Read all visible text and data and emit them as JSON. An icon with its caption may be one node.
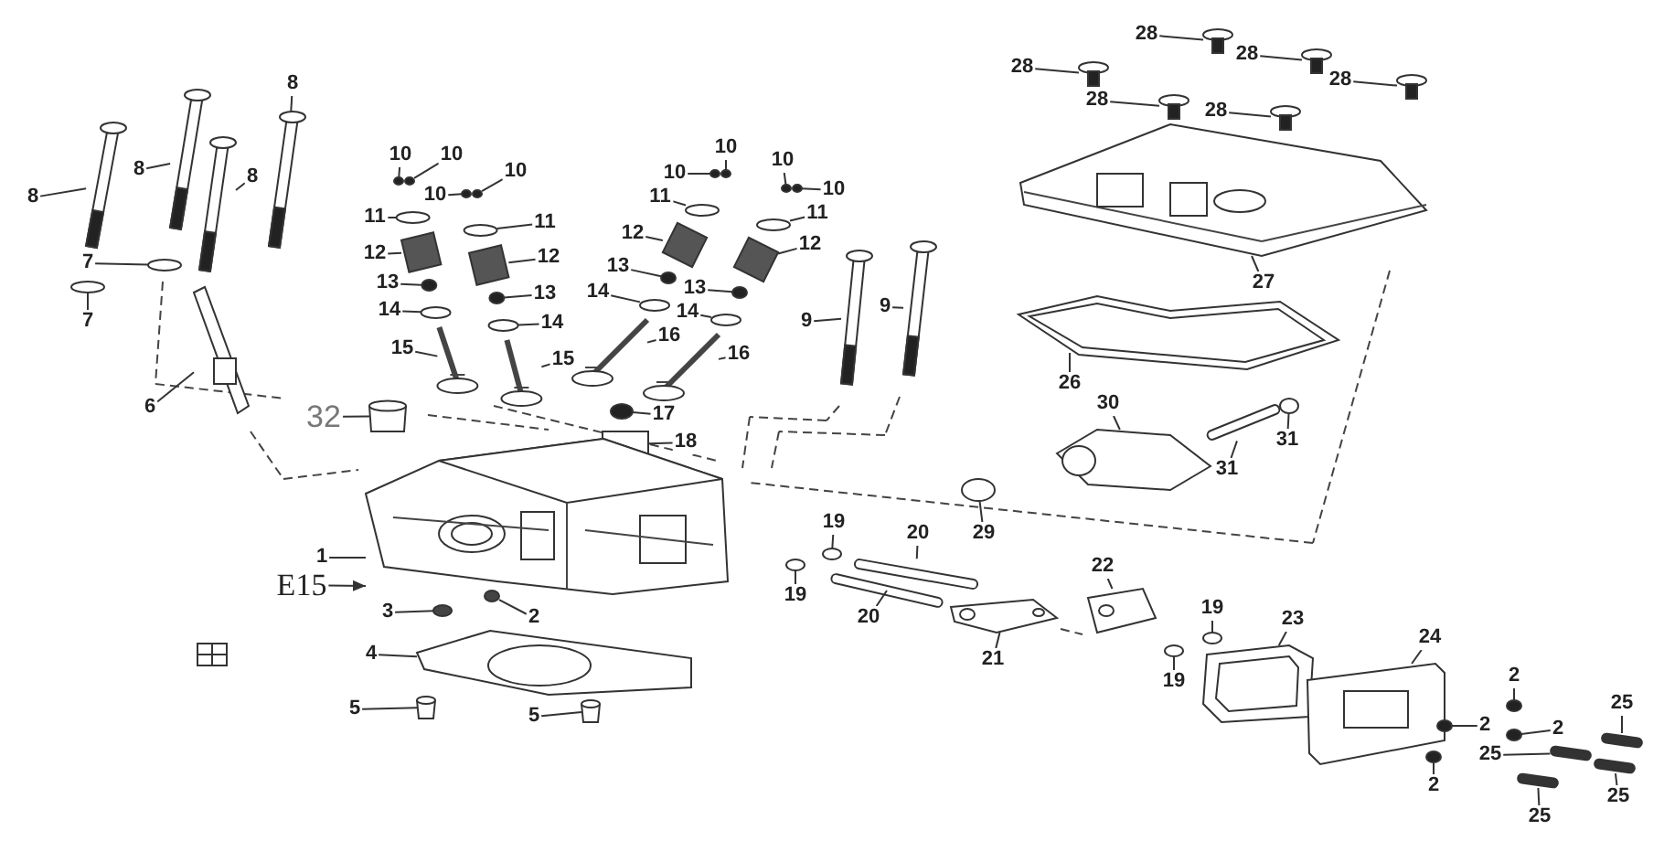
{
  "diagram": {
    "nodes": [
      {
        "text": [
          "8"
        ]
      },
      {
        "text": [
          "8"
        ]
      },
      {
        "text": [
          "8"
        ]
      },
      {
        "text": [
          "8"
        ]
      },
      {
        "text": [
          "7"
        ]
      },
      {
        "text": [
          "7"
        ]
      },
      {
        "text": [
          "6"
        ]
      },
      {
        "text": [
          "32"
        ]
      },
      {
        "text": [
          "10"
        ]
      },
      {
        "text": [
          "10"
        ]
      },
      {
        "text": [
          "10"
        ]
      },
      {
        "text": [
          "10"
        ]
      },
      {
        "text": [
          "11"
        ]
      },
      {
        "text": [
          "11"
        ]
      },
      {
        "text": [
          "12"
        ]
      },
      {
        "text": [
          "12"
        ]
      },
      {
        "text": [
          "13"
        ]
      },
      {
        "text": [
          "13"
        ]
      },
      {
        "text": [
          "14"
        ]
      },
      {
        "text": [
          "14"
        ]
      },
      {
        "text": [
          "15"
        ]
      },
      {
        "text": [
          "15"
        ]
      },
      {
        "text": [
          "10"
        ]
      },
      {
        "text": [
          "10"
        ]
      },
      {
        "text": [
          "10"
        ]
      },
      {
        "text": [
          "10"
        ]
      },
      {
        "text": [
          "11"
        ]
      },
      {
        "text": [
          "11"
        ]
      },
      {
        "text": [
          "12"
        ]
      },
      {
        "text": [
          "12"
        ]
      },
      {
        "text": [
          "13"
        ]
      },
      {
        "text": [
          "13"
        ]
      },
      {
        "text": [
          "14"
        ]
      },
      {
        "text": [
          "14"
        ]
      },
      {
        "text": [
          "16"
        ]
      },
      {
        "text": [
          "16"
        ]
      },
      {
        "text": [
          "9"
        ]
      },
      {
        "text": [
          "9"
        ]
      },
      {
        "text": [
          "17"
        ]
      },
      {
        "text": [
          "18"
        ]
      },
      {
        "text": [
          "28"
        ]
      },
      {
        "text": [
          "28"
        ]
      },
      {
        "text": [
          "28"
        ]
      },
      {
        "text": [
          "28"
        ]
      },
      {
        "text": [
          "28"
        ]
      },
      {
        "text": [
          "28"
        ]
      },
      {
        "text": [
          "27"
        ]
      },
      {
        "text": [
          "26"
        ]
      },
      {
        "text": [
          "30"
        ]
      },
      {
        "text": [
          "31"
        ]
      },
      {
        "text": [
          "31"
        ]
      },
      {
        "text": [
          "29"
        ]
      },
      {
        "text": [
          "1"
        ]
      },
      {
        "text": [
          "E15"
        ]
      },
      {
        "text": [
          "3"
        ]
      },
      {
        "text": [
          "2"
        ]
      },
      {
        "text": [
          "4"
        ]
      },
      {
        "text": [
          "5"
        ]
      },
      {
        "text": [
          "5"
        ]
      },
      {
        "text": [
          "19"
        ]
      },
      {
        "text": [
          "19"
        ]
      },
      {
        "text": [
          "20"
        ]
      },
      {
        "text": [
          "20"
        ]
      },
      {
        "text": [
          "21"
        ]
      },
      {
        "text": [
          "22"
        ]
      },
      {
        "text": [
          "19"
        ]
      },
      {
        "text": [
          "19"
        ]
      },
      {
        "text": [
          "23"
        ]
      },
      {
        "text": [
          "24"
        ]
      },
      {
        "text": [
          "2"
        ]
      },
      {
        "text": [
          "2"
        ]
      },
      {
        "text": [
          "2"
        ]
      },
      {
        "text": [
          "2"
        ]
      },
      {
        "text": [
          "25"
        ]
      },
      {
        "text": [
          "25"
        ]
      },
      {
        "text": [
          "25"
        ]
      },
      {
        "text": [
          "25"
        ]
      },
      {
        "text": [],
        "shape": "picture"
      },
      {
        "text": [],
        "shape": "picture"
      },
      {
        "text": [],
        "shape": "picture"
      },
      {
        "text": [],
        "shape": "picture"
      },
      {
        "text": [],
        "shape": "circle"
      },
      {
        "text": [],
        "shape": "circle"
      },
      {
        "text": [],
        "shape": "picture"
      },
      {
        "text": [],
        "shape": "cylinder"
      },
      {
        "text": [],
        "shape": "circle"
      },
      {
        "text": [],
        "shape": "circle"
      },
      {
        "text": [],
        "shape": "circle"
      },
      {
        "text": [],
        "shape": "circle"
      },
      {
        "text": [],
        "shape": "circle"
      },
      {
        "text": [],
        "shape": "circle"
      },
      {
        "text": [],
        "shape": "box"
      },
      {
        "text": [],
        "shape": "box"
      },
      {
        "text": [],
        "shape": "circle"
      },
      {
        "text": [],
        "shape": "circle"
      },
      {
        "text": [],
        "shape": "circle"
      },
      {
        "text": [],
        "shape": "circle"
      },
      {
        "text": [],
        "shape": "picture"
      },
      {
        "text": [],
        "shape": "picture"
      },
      {
        "text": [],
        "shape": "circle"
      },
      {
        "text": [],
        "shape": "circle"
      },
      {
        "text": [],
        "shape": "circle"
      },
      {
        "text": [],
        "shape": "circle"
      },
      {
        "text": [],
        "shape": "circle"
      },
      {
        "text": [],
        "shape": "circle"
      },
      {
        "text": [],
        "shape": "box"
      },
      {
        "text": [],
        "shape": "box"
      },
      {
        "text": [],
        "shape": "circle"
      },
      {
        "text": [],
        "shape": "circle"
      },
      {
        "text": [],
        "shape": "circle"
      },
      {
        "text": [],
        "shape": "circle"
      },
      {
        "text": [],
        "shape": "picture"
      },
      {
        "text": [],
        "shape": "picture"
      },
      {
        "text": [],
        "shape": "picture"
      },
      {
        "text": [],
        "shape": "picture"
      },
      {
        "text": [],
        "shape": "circle"
      },
      {
        "text": [],
        "shape": "box"
      },
      {
        "text": [],
        "shape": "picture"
      },
      {
        "text": [],
        "shape": "picture"
      },
      {
        "text": [],
        "shape": "picture"
      },
      {
        "text": [],
        "shape": "picture"
      },
      {
        "text": [],
        "shape": "picture"
      },
      {
        "text": [],
        "shape": "picture"
      },
      {
        "text": [],
        "shape": "picture"
      },
      {
        "text": [],
        "shape": "picture"
      },
      {
        "text": [],
        "shape": "picture"
      },
      {
        "text": [],
        "shape": "bar"
      },
      {
        "text": [],
        "shape": "circle"
      },
      {
        "text": [],
        "shape": "circle"
      },
      {
        "text": [],
        "shape": "picture"
      },
      {
        "text": [],
        "shape": "circle"
      },
      {
        "text": [],
        "shape": "circle"
      },
      {
        "text": [],
        "shape": "picture"
      },
      {
        "text": [],
        "shape": "cylinder"
      },
      {
        "text": [],
        "shape": "cylinder"
      },
      {
        "text": [],
        "shape": "circle"
      },
      {
        "text": [],
        "shape": "circle"
      },
      {
        "text": [],
        "shape": "bar"
      },
      {
        "text": [],
        "shape": "bar"
      },
      {
        "text": [],
        "shape": "picture"
      },
      {
        "text": [],
        "shape": "picture"
      },
      {
        "text": [],
        "shape": "circle"
      },
      {
        "text": [],
        "shape": "circle"
      },
      {
        "text": [],
        "shape": "picture"
      },
      {
        "text": [],
        "shape": "picture"
      },
      {
        "text": [],
        "shape": "circle"
      },
      {
        "text": [],
        "shape": "circle"
      },
      {
        "text": [],
        "shape": "circle"
      },
      {
        "text": [],
        "shape": "circle"
      },
      {
        "text": [],
        "shape": "bar"
      },
      {
        "text": [],
        "shape": "bar"
      },
      {
        "text": [],
        "shape": "bar"
      },
      {
        "text": [],
        "shape": "bar"
      }
    ],
    "edges": [
      {
        "from": 0,
        "to": 77,
        "arrow": "none"
      },
      {
        "from": 1,
        "to": 78,
        "arrow": "none"
      },
      {
        "from": 2,
        "to": 79,
        "arrow": "none"
      },
      {
        "from": 3,
        "to": 80,
        "arrow": "none"
      },
      {
        "from": 4,
        "to": 81,
        "arrow": "none"
      },
      {
        "from": 5,
        "to": 82,
        "arrow": "none"
      },
      {
        "from": 6,
        "to": 83,
        "arrow": "none"
      },
      {
        "from": 7,
        "to": 84,
        "arrow": "none"
      },
      {
        "from": 8,
        "to": 85,
        "arrow": "none"
      },
      {
        "from": 9,
        "to": 86,
        "arrow": "none"
      },
      {
        "from": 10,
        "to": 87,
        "arrow": "none"
      },
      {
        "from": 11,
        "to": 88,
        "arrow": "none"
      },
      {
        "from": 12,
        "to": 89,
        "arrow": "none"
      },
      {
        "from": 13,
        "to": 90,
        "arrow": "none"
      },
      {
        "from": 14,
        "to": 91,
        "arrow": "none"
      },
      {
        "from": 15,
        "to": 92,
        "arrow": "none"
      },
      {
        "from": 16,
        "to": 93,
        "arrow": "none"
      },
      {
        "from": 17,
        "to": 94,
        "arrow": "none"
      },
      {
        "from": 18,
        "to": 95,
        "arrow": "none"
      },
      {
        "from": 19,
        "to": 96,
        "arrow": "none"
      },
      {
        "from": 20,
        "to": 97,
        "arrow": "none"
      },
      {
        "from": 21,
        "to": 98,
        "arrow": "none"
      },
      {
        "from": 22,
        "to": 99,
        "arrow": "none"
      },
      {
        "from": 23,
        "to": 100,
        "arrow": "none"
      },
      {
        "from": 24,
        "to": 101,
        "arrow": "none"
      },
      {
        "from": 25,
        "to": 102,
        "arrow": "none"
      },
      {
        "from": 26,
        "to": 103,
        "arrow": "none"
      },
      {
        "from": 27,
        "to": 104,
        "arrow": "none"
      },
      {
        "from": 28,
        "to": 105,
        "arrow": "none"
      },
      {
        "from": 29,
        "to": 106,
        "arrow": "none"
      },
      {
        "from": 30,
        "to": 107,
        "arrow": "none"
      },
      {
        "from": 31,
        "to": 108,
        "arrow": "none"
      },
      {
        "from": 32,
        "to": 109,
        "arrow": "none"
      },
      {
        "from": 33,
        "to": 110,
        "arrow": "none"
      },
      {
        "from": 34,
        "to": 111,
        "arrow": "none"
      },
      {
        "from": 35,
        "to": 112,
        "arrow": "none"
      },
      {
        "from": 36,
        "to": 113,
        "arrow": "none"
      },
      {
        "from": 37,
        "to": 114,
        "arrow": "none"
      },
      {
        "from": 38,
        "to": 115,
        "arrow": "none"
      },
      {
        "from": 39,
        "to": 116,
        "arrow": "none"
      },
      {
        "from": 40,
        "to": 117,
        "arrow": "none"
      },
      {
        "from": 41,
        "to": 118,
        "arrow": "none"
      },
      {
        "from": 42,
        "to": 119,
        "arrow": "none"
      },
      {
        "from": 43,
        "to": 120,
        "arrow": "none"
      },
      {
        "from": 44,
        "to": 121,
        "arrow": "none"
      },
      {
        "from": 45,
        "to": 122,
        "arrow": "none"
      },
      {
        "from": 46,
        "to": 123,
        "arrow": "none"
      },
      {
        "from": 47,
        "to": 124,
        "arrow": "none"
      },
      {
        "from": 48,
        "to": 125,
        "arrow": "none"
      },
      {
        "from": 49,
        "to": 126,
        "arrow": "none"
      },
      {
        "from": 50,
        "to": 127,
        "arrow": "none"
      },
      {
        "from": 51,
        "to": 128,
        "arrow": "none"
      },
      {
        "from": 52,
        "to": 129,
        "arrow": "none"
      },
      {
        "from": 53,
        "to": 129,
        "arrow": "to"
      },
      {
        "from": 54,
        "to": 130,
        "arrow": "none"
      },
      {
        "from": 55,
        "to": 131,
        "arrow": "none"
      },
      {
        "from": 56,
        "to": 132,
        "arrow": "none"
      },
      {
        "from": 57,
        "to": 133,
        "arrow": "none"
      },
      {
        "from": 58,
        "to": 134,
        "arrow": "none"
      },
      {
        "from": 59,
        "to": 135,
        "arrow": "none"
      },
      {
        "from": 60,
        "to": 136,
        "arrow": "none"
      },
      {
        "from": 61,
        "to": 137,
        "arrow": "none"
      },
      {
        "from": 62,
        "to": 138,
        "arrow": "none"
      },
      {
        "from": 63,
        "to": 139,
        "arrow": "none"
      },
      {
        "from": 64,
        "to": 140,
        "arrow": "none"
      },
      {
        "from": 65,
        "to": 141,
        "arrow": "none"
      },
      {
        "from": 66,
        "to": 142,
        "arrow": "none"
      },
      {
        "from": 67,
        "to": 143,
        "arrow": "none"
      },
      {
        "from": 68,
        "to": 144,
        "arrow": "none"
      },
      {
        "from": 69,
        "to": 145,
        "arrow": "none"
      },
      {
        "from": 70,
        "to": 146,
        "arrow": "none"
      },
      {
        "from": 71,
        "to": 147,
        "arrow": "none"
      },
      {
        "from": 72,
        "to": 148,
        "arrow": "none"
      },
      {
        "from": 73,
        "to": 149,
        "arrow": "none"
      },
      {
        "from": 74,
        "to": 150,
        "arrow": "none"
      },
      {
        "from": 75,
        "to": 151,
        "arrow": "none"
      },
      {
        "from": 76,
        "to": 152,
        "arrow": "none"
      }
    ]
  }
}
